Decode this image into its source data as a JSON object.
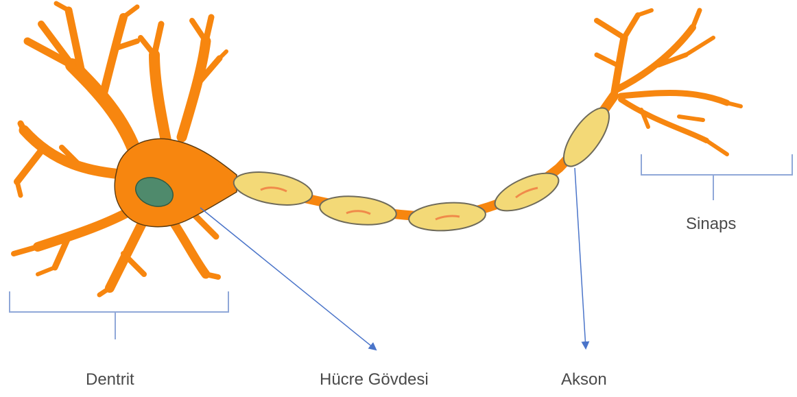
{
  "labels": {
    "dendrite": "Dentrit",
    "cell_body": "Hücre Gövdesi",
    "axon": "Akson",
    "synapse": "Sinaps"
  },
  "colors": {
    "neuron_fill": "#f7860f",
    "neuron_outline": "#3b2a12",
    "myelin_fill": "#f3d977",
    "myelin_outline": "#6e6a5a",
    "nucleus_fill": "#4f8a6c",
    "pointer": "#4a74c9"
  }
}
